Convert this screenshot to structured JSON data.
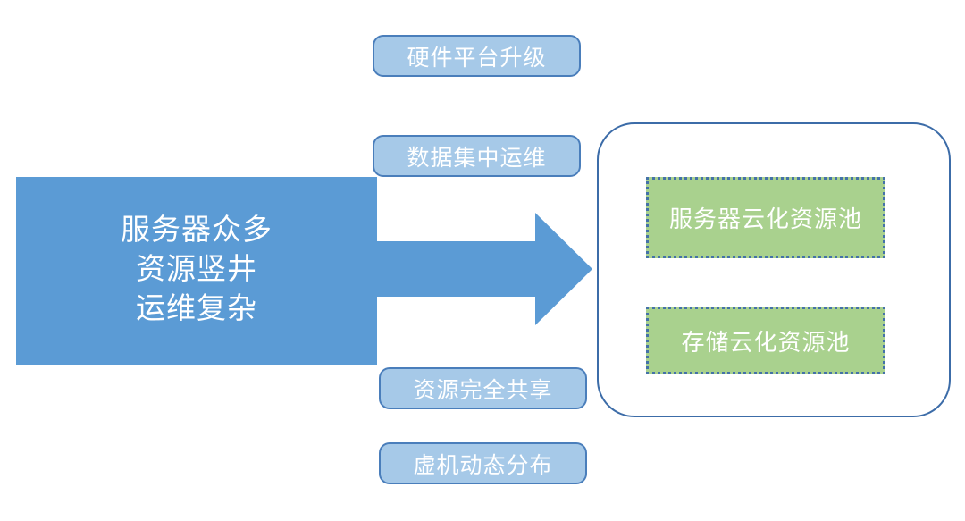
{
  "diagram": {
    "problem_block": {
      "name": "current-state-problems",
      "lines": [
        "服务器众多",
        "资源竖井",
        "运维复杂"
      ],
      "fill_color": "#5B9BD5",
      "text_color": "#FFFFFF"
    },
    "arrow": {
      "name": "transformation-arrow",
      "direction": "right",
      "color": "#5B9BD5"
    },
    "benefit_labels": [
      {
        "label": "硬件平台升级",
        "position": "top"
      },
      {
        "label": "数据集中运维",
        "position": "upper-middle"
      },
      {
        "label": "资源完全共享",
        "position": "lower-middle"
      },
      {
        "label": "虚机动态分布",
        "position": "bottom"
      }
    ],
    "benefit_label_style": {
      "fill_color": "#A6C9E8",
      "border_color": "#4A7EBB",
      "text_color": "#FFFFFF"
    },
    "target_container": {
      "name": "cloud-resource-pool-container",
      "border_color": "#3C6CA8",
      "pools": [
        {
          "label": "服务器云化资源池"
        },
        {
          "label": "存储云化资源池"
        }
      ],
      "pool_fill_color": "#A9D18E",
      "pool_border_color": "#4472A8",
      "pool_text_color": "#FFFFFF"
    }
  }
}
